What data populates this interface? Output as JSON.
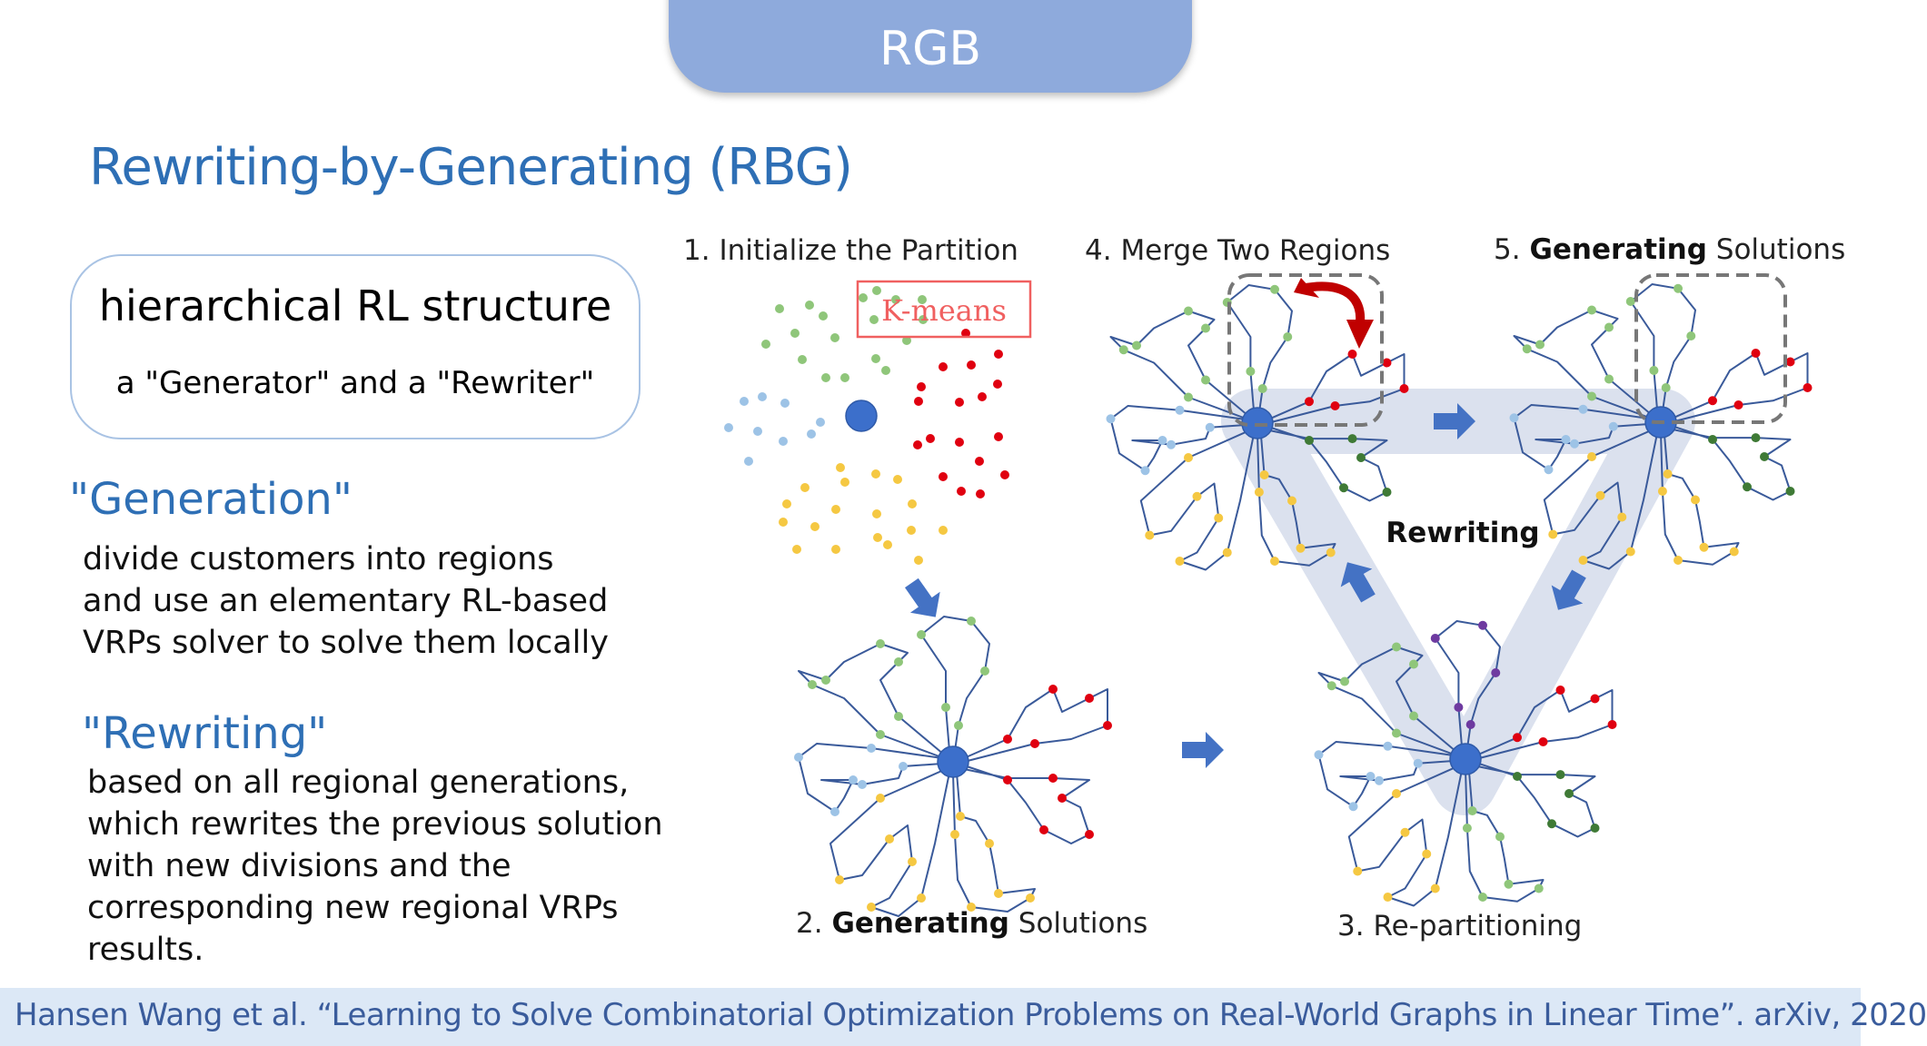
{
  "header": {
    "tab_label": "RGB"
  },
  "slide": {
    "title": "Rewriting-by-Generating (RBG)",
    "summary_box": {
      "line1": "hierarchical  RL structure",
      "line2": "a \"Generator\" and a \"Rewriter\""
    },
    "sections": [
      {
        "heading": "\"Generation\"",
        "lines": [
          "divide customers into regions",
          "and use an elementary RL-based",
          "VRPs solver to solve them locally"
        ]
      },
      {
        "heading": "\"Rewriting\"",
        "lines": [
          "based on all regional generations,",
          "which rewrites the previous solution",
          "with new divisions and the",
          "corresponding new regional VRPs",
          "results."
        ]
      }
    ]
  },
  "diagram": {
    "steps": [
      {
        "num": "1.",
        "bold": "",
        "text": "Initialize the Partition"
      },
      {
        "num": "2.",
        "bold": "Generating",
        "text": "Solutions"
      },
      {
        "num": "3.",
        "bold": "",
        "text": "Re-partitioning"
      },
      {
        "num": "4.",
        "bold": "",
        "text": "Merge Two Regions"
      },
      {
        "num": "5.",
        "bold": "Generating",
        "text": "Solutions"
      }
    ],
    "kmeans_label": "K-means",
    "cycle_label": "Rewriting",
    "colors": {
      "depot": "#3c6fcb",
      "route": "#3a5a9a",
      "green_light": "#8fc67a",
      "blue_light": "#9dc3e6",
      "yellow": "#f5c842",
      "red": "#e00010",
      "green_dark": "#3f7a36",
      "purple": "#6e3aa0",
      "arrow": "#4472c4",
      "band": "#dbe1ee",
      "kmeans": "#f06060",
      "swap_arrow": "#c00000"
    }
  },
  "footer": {
    "citation": "Hansen Wang et al. “Learning to Solve Combinatorial Optimization Problems on Real-World Graphs in Linear Time”. arXiv, 2020"
  }
}
